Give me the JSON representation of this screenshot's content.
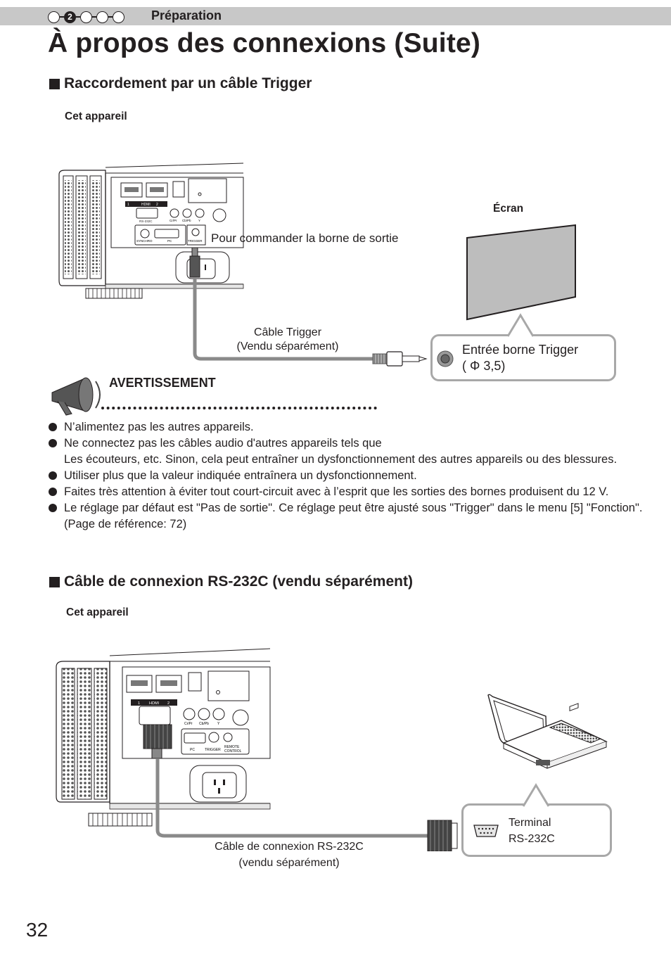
{
  "header": {
    "steps": [
      "",
      "2",
      "",
      "",
      ""
    ],
    "active_step": 1,
    "section": "Préparation"
  },
  "page_title": "À propos des connexions (Suite)",
  "section1": {
    "heading": "Raccordement par un câble Trigger",
    "device_label": "Cet appareil",
    "screen_label": "Écran",
    "trigger_caption": "Pour commander la borne de sortie",
    "cable_label_1": "Câble Trigger",
    "cable_label_2": "(Vendu séparément)",
    "input_label_1": "Entrée borne Trigger",
    "input_label_2": "( Φ 3,5)",
    "panel": {
      "hdmi": "HDMI",
      "hdmi_1": "1",
      "hdmi_2": "2",
      "rs232c": "RS-232C",
      "cr": "Cr/Pr",
      "cb": "Cb/Pb",
      "y": "Y",
      "synchro": "SYNCHRO",
      "pc": "PC",
      "trigger": "TRIGGER"
    }
  },
  "warning": {
    "title": "AVERTISSEMENT",
    "items": [
      "N’alimentez pas les autres appareils.",
      "Ne connectez pas les câbles audio d'autres appareils tels que Les écouteurs, etc. Sinon, cela peut entraîner un dysfonctionnement des autres appareils ou des blessures.",
      "Utiliser plus que la valeur indiquée entraînera un dysfonctionnement.",
      "Faites très attention à éviter tout court-circuit avec à l’esprit que les sorties des bornes produisent du 12 V.",
      "Le réglage par défaut est \"Pas de sortie\". Ce réglage peut être ajusté sous \"Trigger\" dans le menu [5] \"Fonction\". (Page de référence: 72)"
    ],
    "item2_line1": "Ne connectez pas les câbles audio d'autres appareils tels que",
    "item2_line2": "Les écouteurs, etc. Sinon, cela peut entraîner un dysfonctionnement des autres appareils ou des blessures."
  },
  "section2": {
    "heading": "Câble de connexion RS-232C (vendu séparément)",
    "device_label": "Cet appareil",
    "cable_label_1": "Câble de connexion RS-232C",
    "cable_label_2": "(vendu séparément)",
    "terminal_label_1": "Terminal",
    "terminal_label_2": "RS-232C",
    "panel": {
      "hdmi": "HDMI",
      "hdmi_1": "1",
      "hdmi_2": "2",
      "cr": "Cr/Pr",
      "cb": "Cb/Pb",
      "y": "Y",
      "pc": "PC",
      "trigger": "TRIGGER",
      "remote": "REMOTE",
      "control": "CONTROL"
    }
  },
  "page_number": "32",
  "colors": {
    "header_bar": "#c8c8c8",
    "cable": "#8a8a8a",
    "bubble_border": "#a8a8a8",
    "screen_fill": "#bdbdbd"
  }
}
